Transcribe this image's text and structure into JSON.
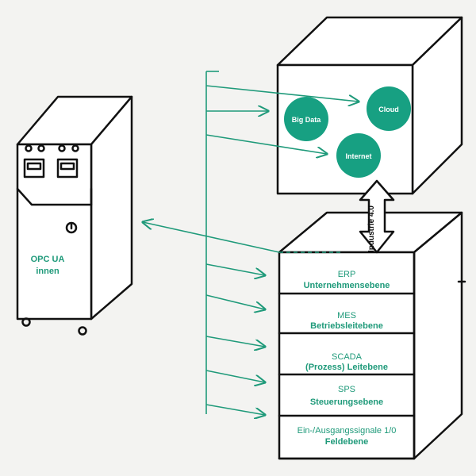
{
  "cabinet": {
    "label_line1": "OPC UA",
    "label_line2": "innen"
  },
  "cloud_box": {
    "circles": [
      {
        "label": "Big Data"
      },
      {
        "label": "Cloud"
      },
      {
        "label": "Internet"
      }
    ]
  },
  "connector_label": "Industrie 4.0",
  "layers": [
    {
      "title": "ERP",
      "subtitle": "Unternehmensebene"
    },
    {
      "title": "MES",
      "subtitle": "Betriebsleitebene"
    },
    {
      "title": "SCADA",
      "subtitle": "(Prozess) Leitebene"
    },
    {
      "title": "SPS",
      "subtitle": "Steuerungsebene"
    },
    {
      "title": "Ein-/Ausgangssignale 1/0",
      "subtitle": "Feldebene"
    }
  ],
  "colors": {
    "accent": "#1f9a7a",
    "circle_fill": "#17a082",
    "outline": "#111111",
    "background": "#f3f3f1"
  }
}
